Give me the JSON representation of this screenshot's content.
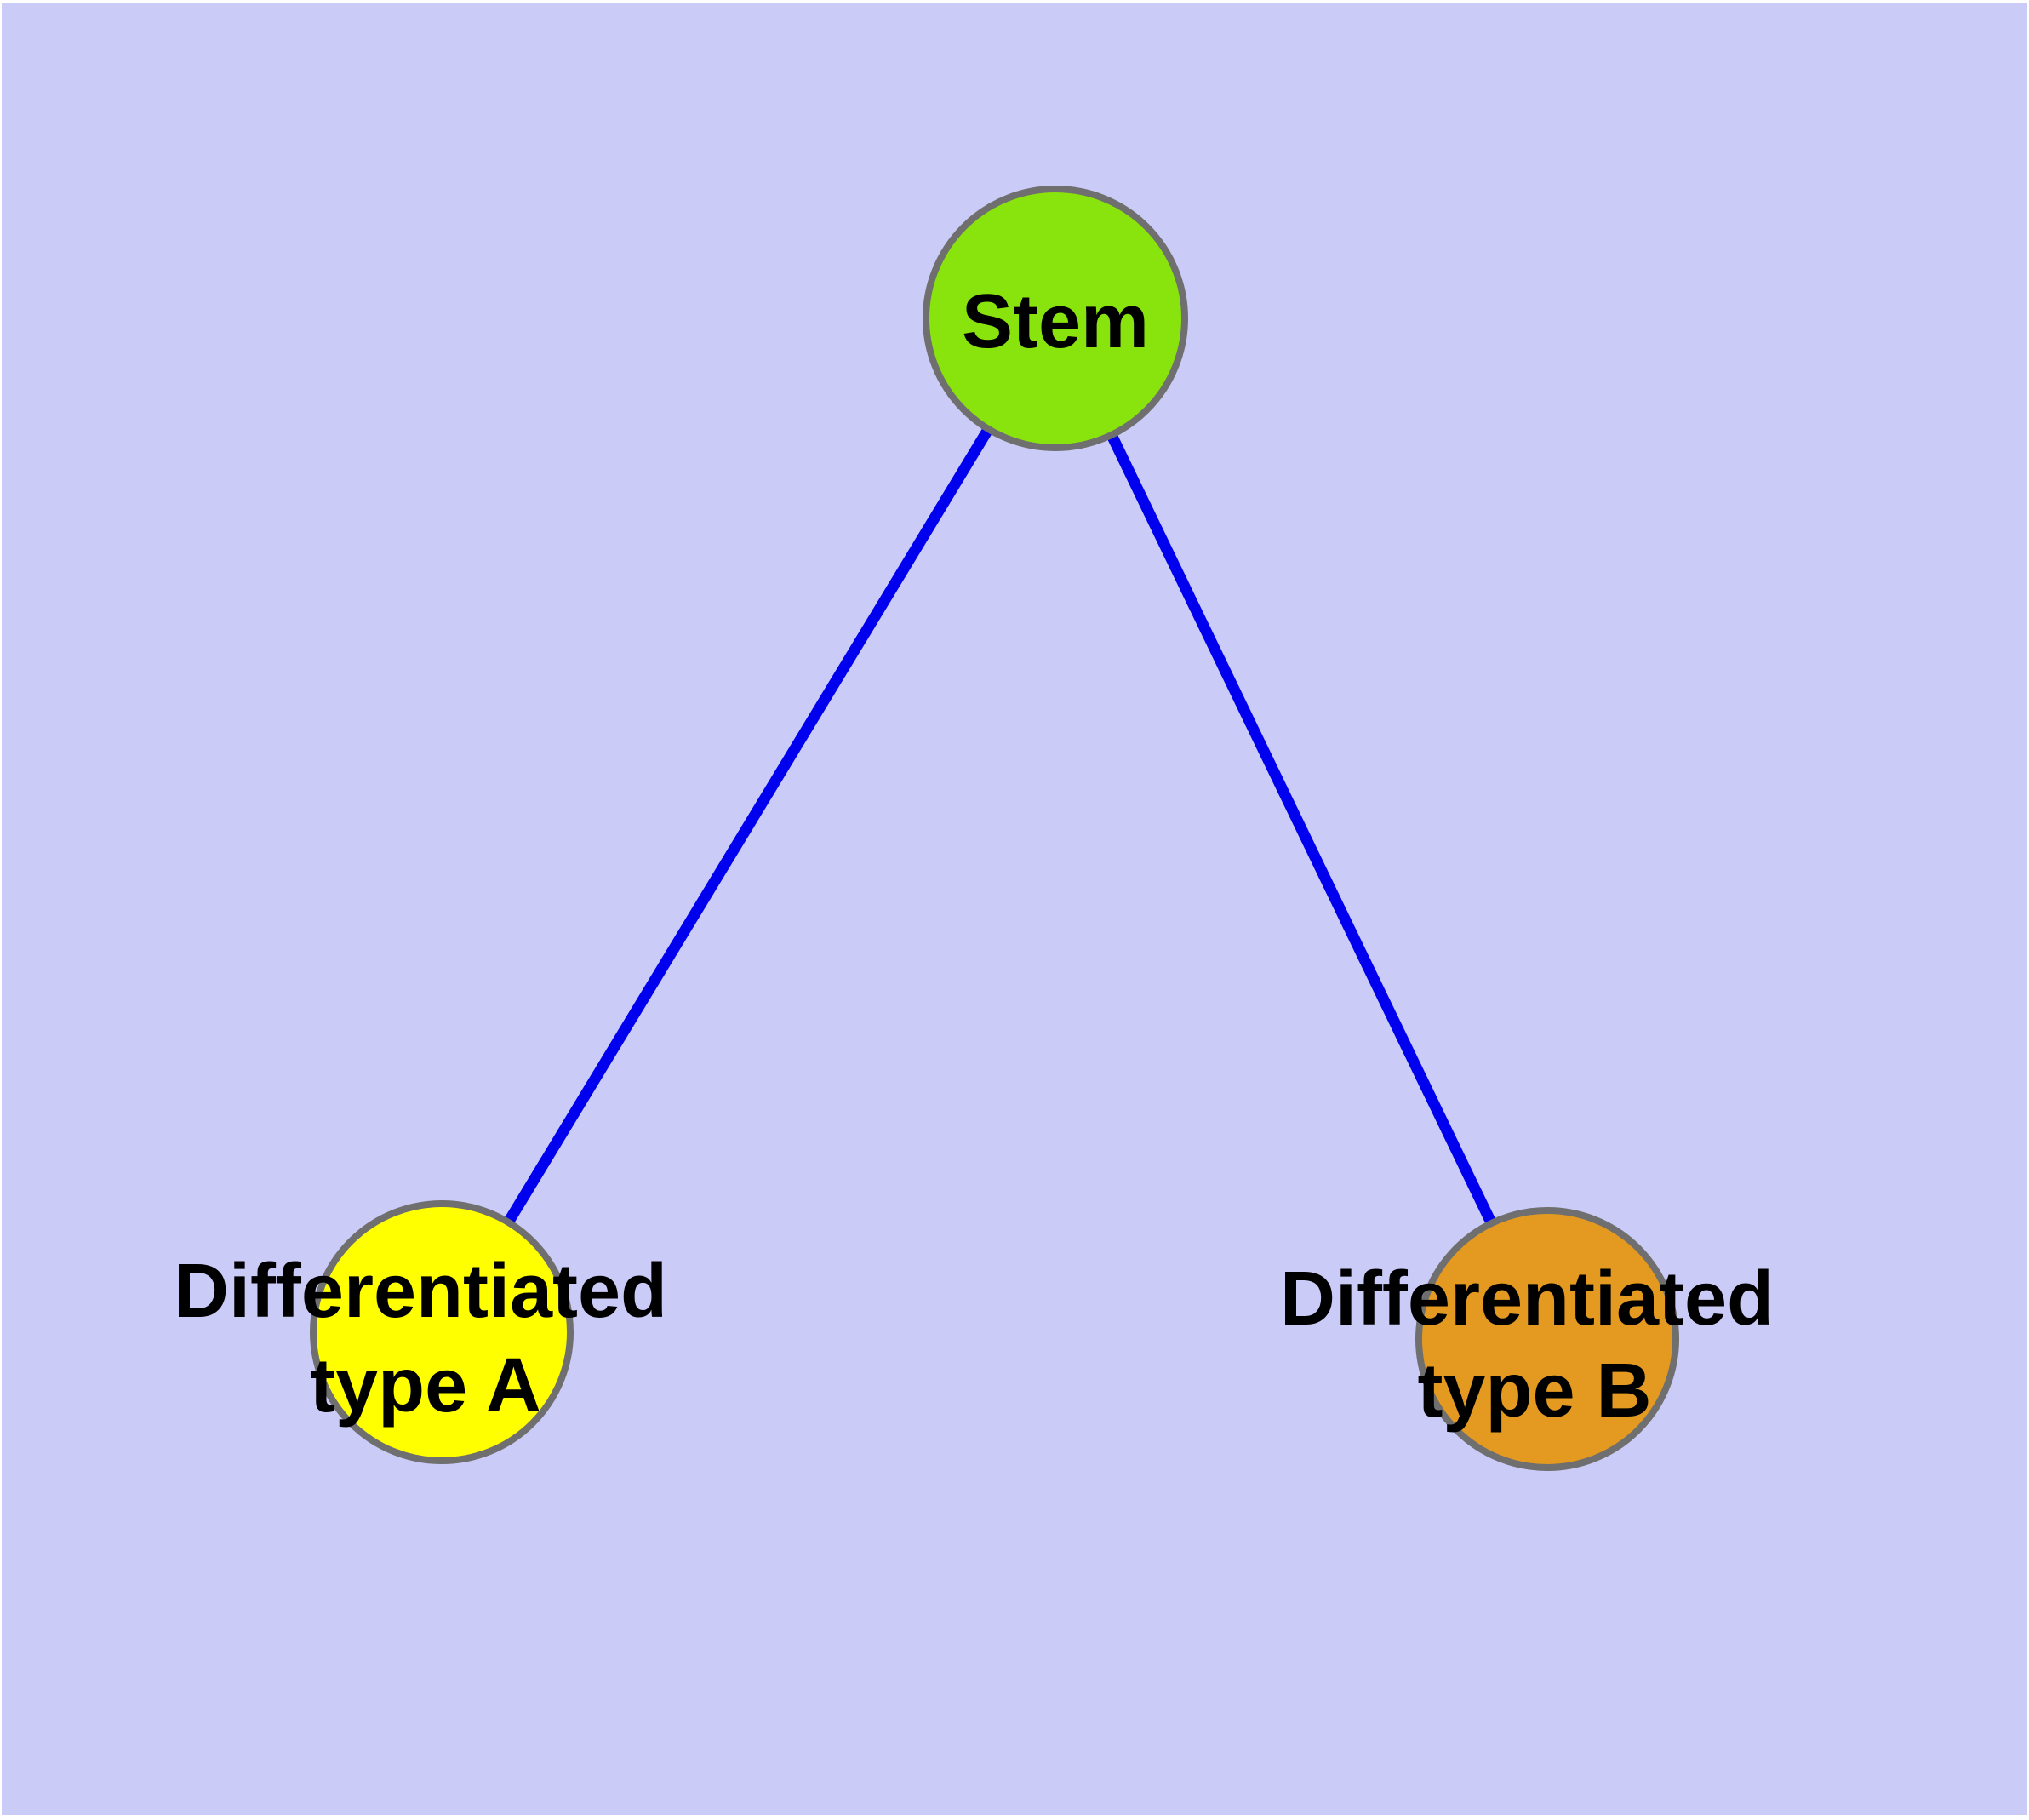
{
  "diagram": {
    "type": "node-link-tree",
    "background_color": "#cbcbf8",
    "canvas_margin_color": "#ffffff",
    "edge_color": "#0000ee",
    "node_border_color": "#6f6f6f",
    "label_color": "#000000",
    "nodes": [
      {
        "id": "stem",
        "label": "Stem",
        "fill": "#89e30c"
      },
      {
        "id": "differentiated-type-a",
        "label_line1": "Differentiated",
        "label_line2": "type A",
        "fill": "#ffff00"
      },
      {
        "id": "differentiated-type-b",
        "label_line1": "Differentiated",
        "label_line2": "type B",
        "fill": "#e49a20"
      }
    ],
    "edges": [
      {
        "from": "stem",
        "to": "differentiated-type-a"
      },
      {
        "from": "stem",
        "to": "differentiated-type-b"
      }
    ]
  }
}
